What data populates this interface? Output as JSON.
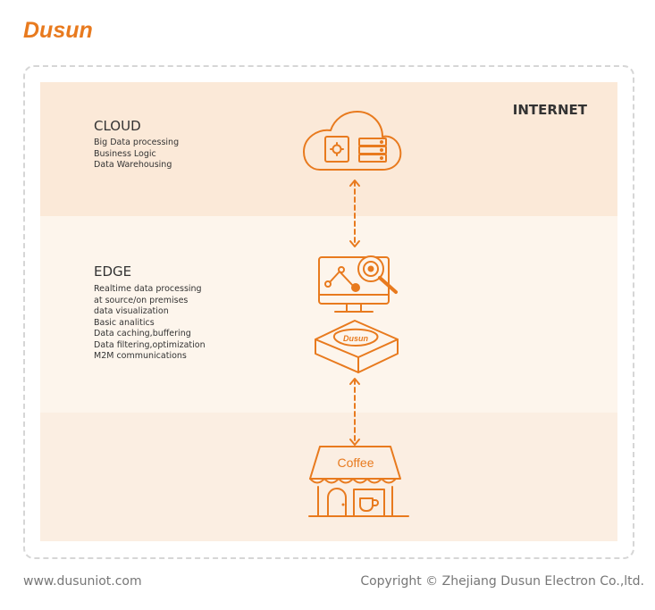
{
  "brand": {
    "logo_text": "Dusun",
    "device_label": "Dusun"
  },
  "zone_label": "INTERNET",
  "cloud": {
    "title": "CLOUD",
    "items": [
      "Big Data processing",
      "Business Logic",
      "Data Warehousing"
    ]
  },
  "edge": {
    "title": "EDGE",
    "items": [
      "Realtime data processing",
      "at source/on premises",
      "data visualization",
      "Basic analitics",
      "Data caching,buffering",
      "Data filtering,optimization",
      "M2M communications"
    ]
  },
  "device": {
    "sign": "Coffee"
  },
  "footer": {
    "website": "www.dusuniot.com",
    "copyright": "Copyright © Zhejiang Dusun Electron Co.,ltd."
  },
  "colors": {
    "accent": "#e87a1e",
    "cloud_band": "#fbe9d8",
    "edge_band": "#fdf5ec",
    "device_band": "#fbeee2"
  }
}
